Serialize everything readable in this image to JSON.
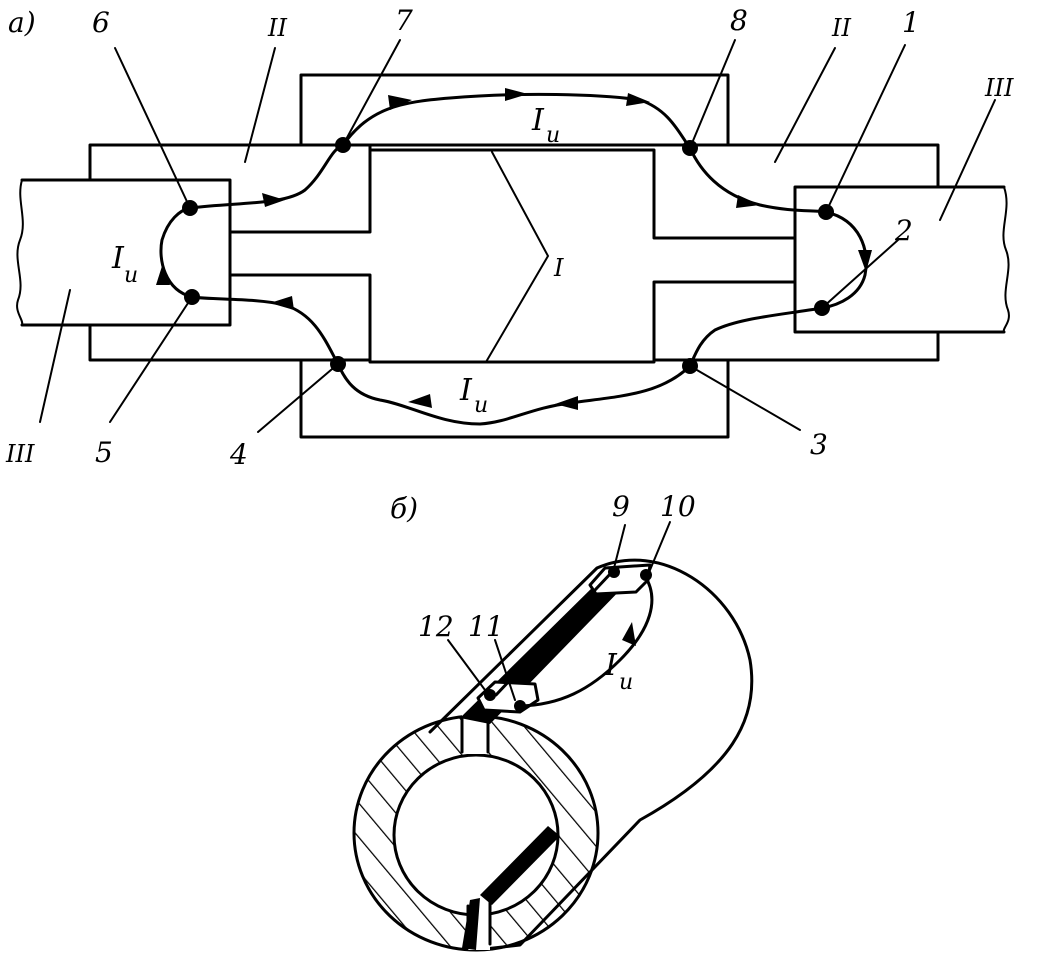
{
  "panel_a": {
    "label": "а)",
    "current": {
      "main": "I",
      "sub": "и"
    },
    "zone_I": "I",
    "zone_II": "II",
    "zone_III": "III",
    "points": {
      "p1": "1",
      "p2": "2",
      "p3": "3",
      "p4": "4",
      "p5": "5",
      "p6": "6",
      "p7": "7",
      "p8": "8"
    }
  },
  "panel_b": {
    "label": "б)",
    "current": {
      "main": "I",
      "sub": "и"
    },
    "points": {
      "p9": "9",
      "p10": "10",
      "p11": "11",
      "p12": "12"
    }
  }
}
